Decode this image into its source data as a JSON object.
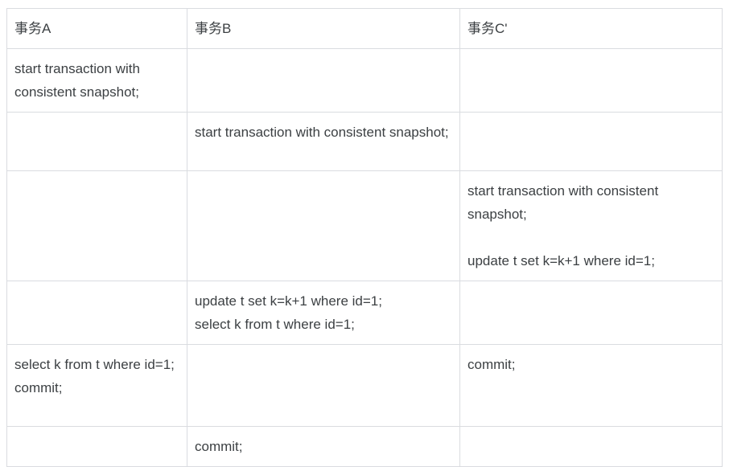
{
  "table": {
    "headers": [
      {
        "label": "事务A",
        "name": "column-header-transaction-a"
      },
      {
        "label": "事务B",
        "name": "column-header-transaction-b"
      },
      {
        "label": "事务C'",
        "name": "column-header-transaction-c-prime"
      }
    ],
    "rows": [
      {
        "a": {
          "paragraphs": [
            {
              "lines": [
                "start transaction with consistent snapshot;"
              ]
            }
          ]
        },
        "b": {
          "paragraphs": []
        },
        "c": {
          "paragraphs": []
        }
      },
      {
        "a": {
          "paragraphs": []
        },
        "b": {
          "paragraphs": [
            {
              "lines": [
                "start transaction with consistent snapshot;"
              ]
            }
          ]
        },
        "c": {
          "paragraphs": []
        }
      },
      {
        "a": {
          "paragraphs": []
        },
        "b": {
          "paragraphs": []
        },
        "c": {
          "paragraphs": [
            {
              "lines": [
                "start transaction with consistent snapshot;"
              ]
            },
            {
              "lines": [
                "update t set k=k+1 where id=1;"
              ]
            }
          ]
        }
      },
      {
        "a": {
          "paragraphs": []
        },
        "b": {
          "paragraphs": [
            {
              "lines": [
                "update t set k=k+1 where id=1;",
                "select k from t where id=1;"
              ]
            }
          ]
        },
        "c": {
          "paragraphs": []
        }
      },
      {
        "a": {
          "paragraphs": [
            {
              "lines": [
                "select k from t where id=1;",
                "commit;"
              ]
            }
          ]
        },
        "b": {
          "paragraphs": []
        },
        "c": {
          "paragraphs": [
            {
              "lines": [
                "commit;"
              ]
            }
          ]
        }
      },
      {
        "a": {
          "paragraphs": []
        },
        "b": {
          "paragraphs": [
            {
              "lines": [
                "commit;"
              ]
            }
          ]
        },
        "c": {
          "paragraphs": []
        }
      }
    ]
  },
  "style": {
    "border_color": "#dadce0",
    "text_color": "#3c4043",
    "background": "#ffffff"
  }
}
